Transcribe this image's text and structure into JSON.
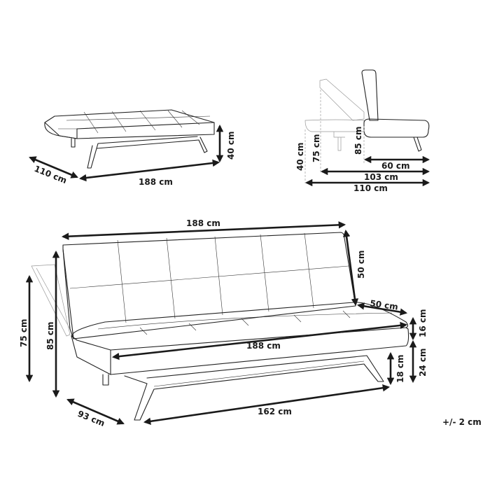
{
  "views": {
    "flat_bed": {
      "depth_label": "110 cm",
      "width_label": "188 cm",
      "height_label": "40 cm"
    },
    "side_profile": {
      "seat_height_label": "40 cm",
      "reclined_height_label": "75 cm",
      "upright_height_label": "85 cm",
      "seat_depth_label": "60 cm",
      "reclined_depth_label": "103 cm",
      "bed_depth_label": "110 cm"
    },
    "front_perspective": {
      "top_width_label": "188 cm",
      "backrest_height_label": "50 cm",
      "seat_depth_label": "50 cm",
      "seat_width_label": "188 cm",
      "cushion_thickness_label": "16 cm",
      "seat_base_height_label": "24 cm",
      "leg_height_label": "18 cm",
      "base_width_label": "162 cm",
      "reclined_height_label": "75 cm",
      "total_height_label": "85 cm",
      "total_depth_label": "93 cm"
    }
  },
  "tolerance_label": "+/- 2 cm"
}
